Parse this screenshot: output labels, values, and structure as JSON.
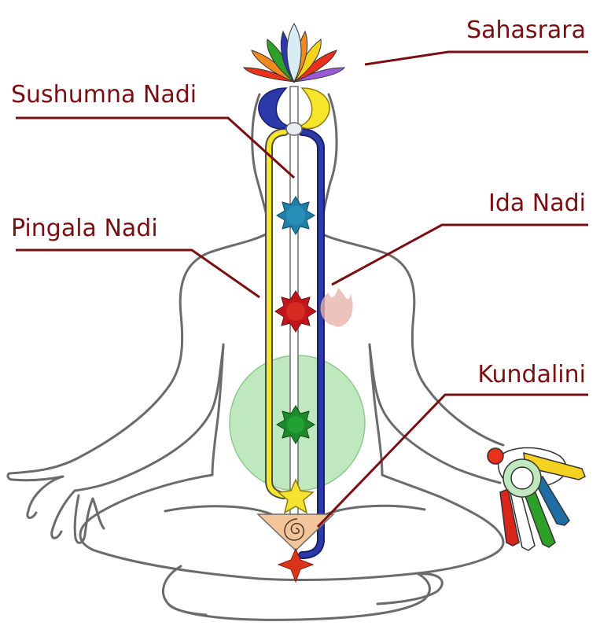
{
  "labels": {
    "sahasrara": "Sahasrara",
    "sushumna": "Sushumna Nadi",
    "pingala": "Pingala Nadi",
    "ida": "Ida Nadi",
    "kundalini": "Kundalini"
  },
  "colors": {
    "label_text": "#7a0f13",
    "leader_line": "#7a0f13",
    "body_outline": "#6b6b6b",
    "pingala_channel": "#f6e52a",
    "ida_channel": "#2b3aa8",
    "sushumna_channel": "#ffffff",
    "heart_glow": "#bfe8bf",
    "throat_chakra": "#1f7fa6",
    "heart_chakra": "#c0161b",
    "navel_chakra": "#1c8a2a",
    "solar_star": "#f3e230",
    "sacral_triangle": "#f4c49a",
    "root_star": "#d9351a"
  }
}
